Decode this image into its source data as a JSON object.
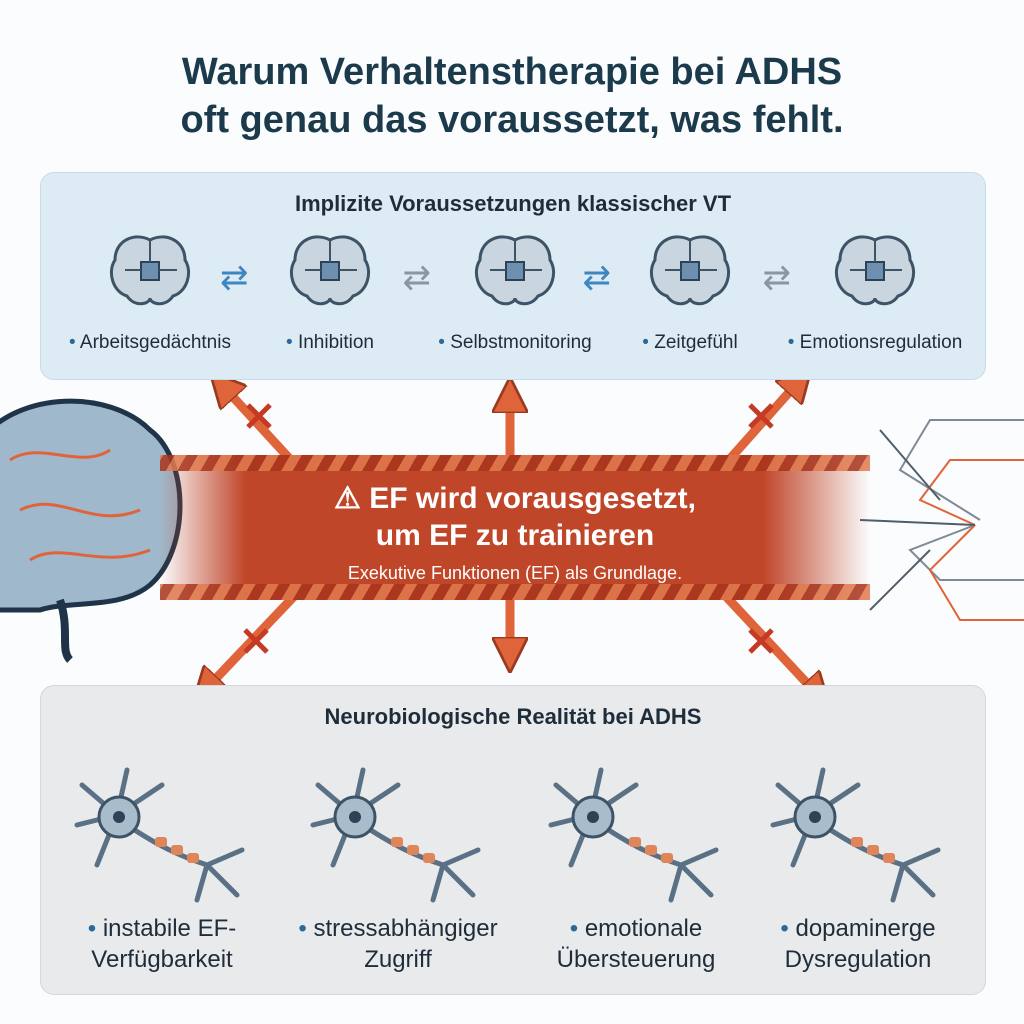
{
  "title": {
    "line1": "Warum Verhaltenstherapie bei ADHS",
    "line2": "oft genau das voraussetzt, was fehlt."
  },
  "top_panel": {
    "title": "Implizite Voraussetzungen klassischer VT",
    "items": [
      {
        "label": "Arbeitsgedächtnis",
        "icon": "brain-gears-icon"
      },
      {
        "label": "Inhibition",
        "icon": "brain-stop-icon"
      },
      {
        "label": "Selbstmonitoring",
        "icon": "brain-magnifier-icon"
      },
      {
        "label": "Zeitgefühl",
        "icon": "brain-clock-icon"
      },
      {
        "label": "Emotionsregulation",
        "icon": "brain-heart-scale-icon"
      }
    ]
  },
  "banner": {
    "line1": "EF wird vorausgesetzt,",
    "line2": "um EF zu trainieren",
    "sub": "Exekutive Funktionen (EF) als Grundlage."
  },
  "bottom_panel": {
    "title": "Neurobiologische Realität bei ADHS",
    "items": [
      {
        "l1": "instabile EF-",
        "l2": "Verfügbarkeit"
      },
      {
        "l1": "stressabhängiger",
        "l2": "Zugriff"
      },
      {
        "l1": "emotionale",
        "l2": "Übersteuerung"
      },
      {
        "l1": "dopaminerge",
        "l2": "Dysregulation"
      }
    ]
  },
  "colors": {
    "accent": "#c0462a",
    "arrow": "#e0643a",
    "navy": "#1b3a4b"
  }
}
